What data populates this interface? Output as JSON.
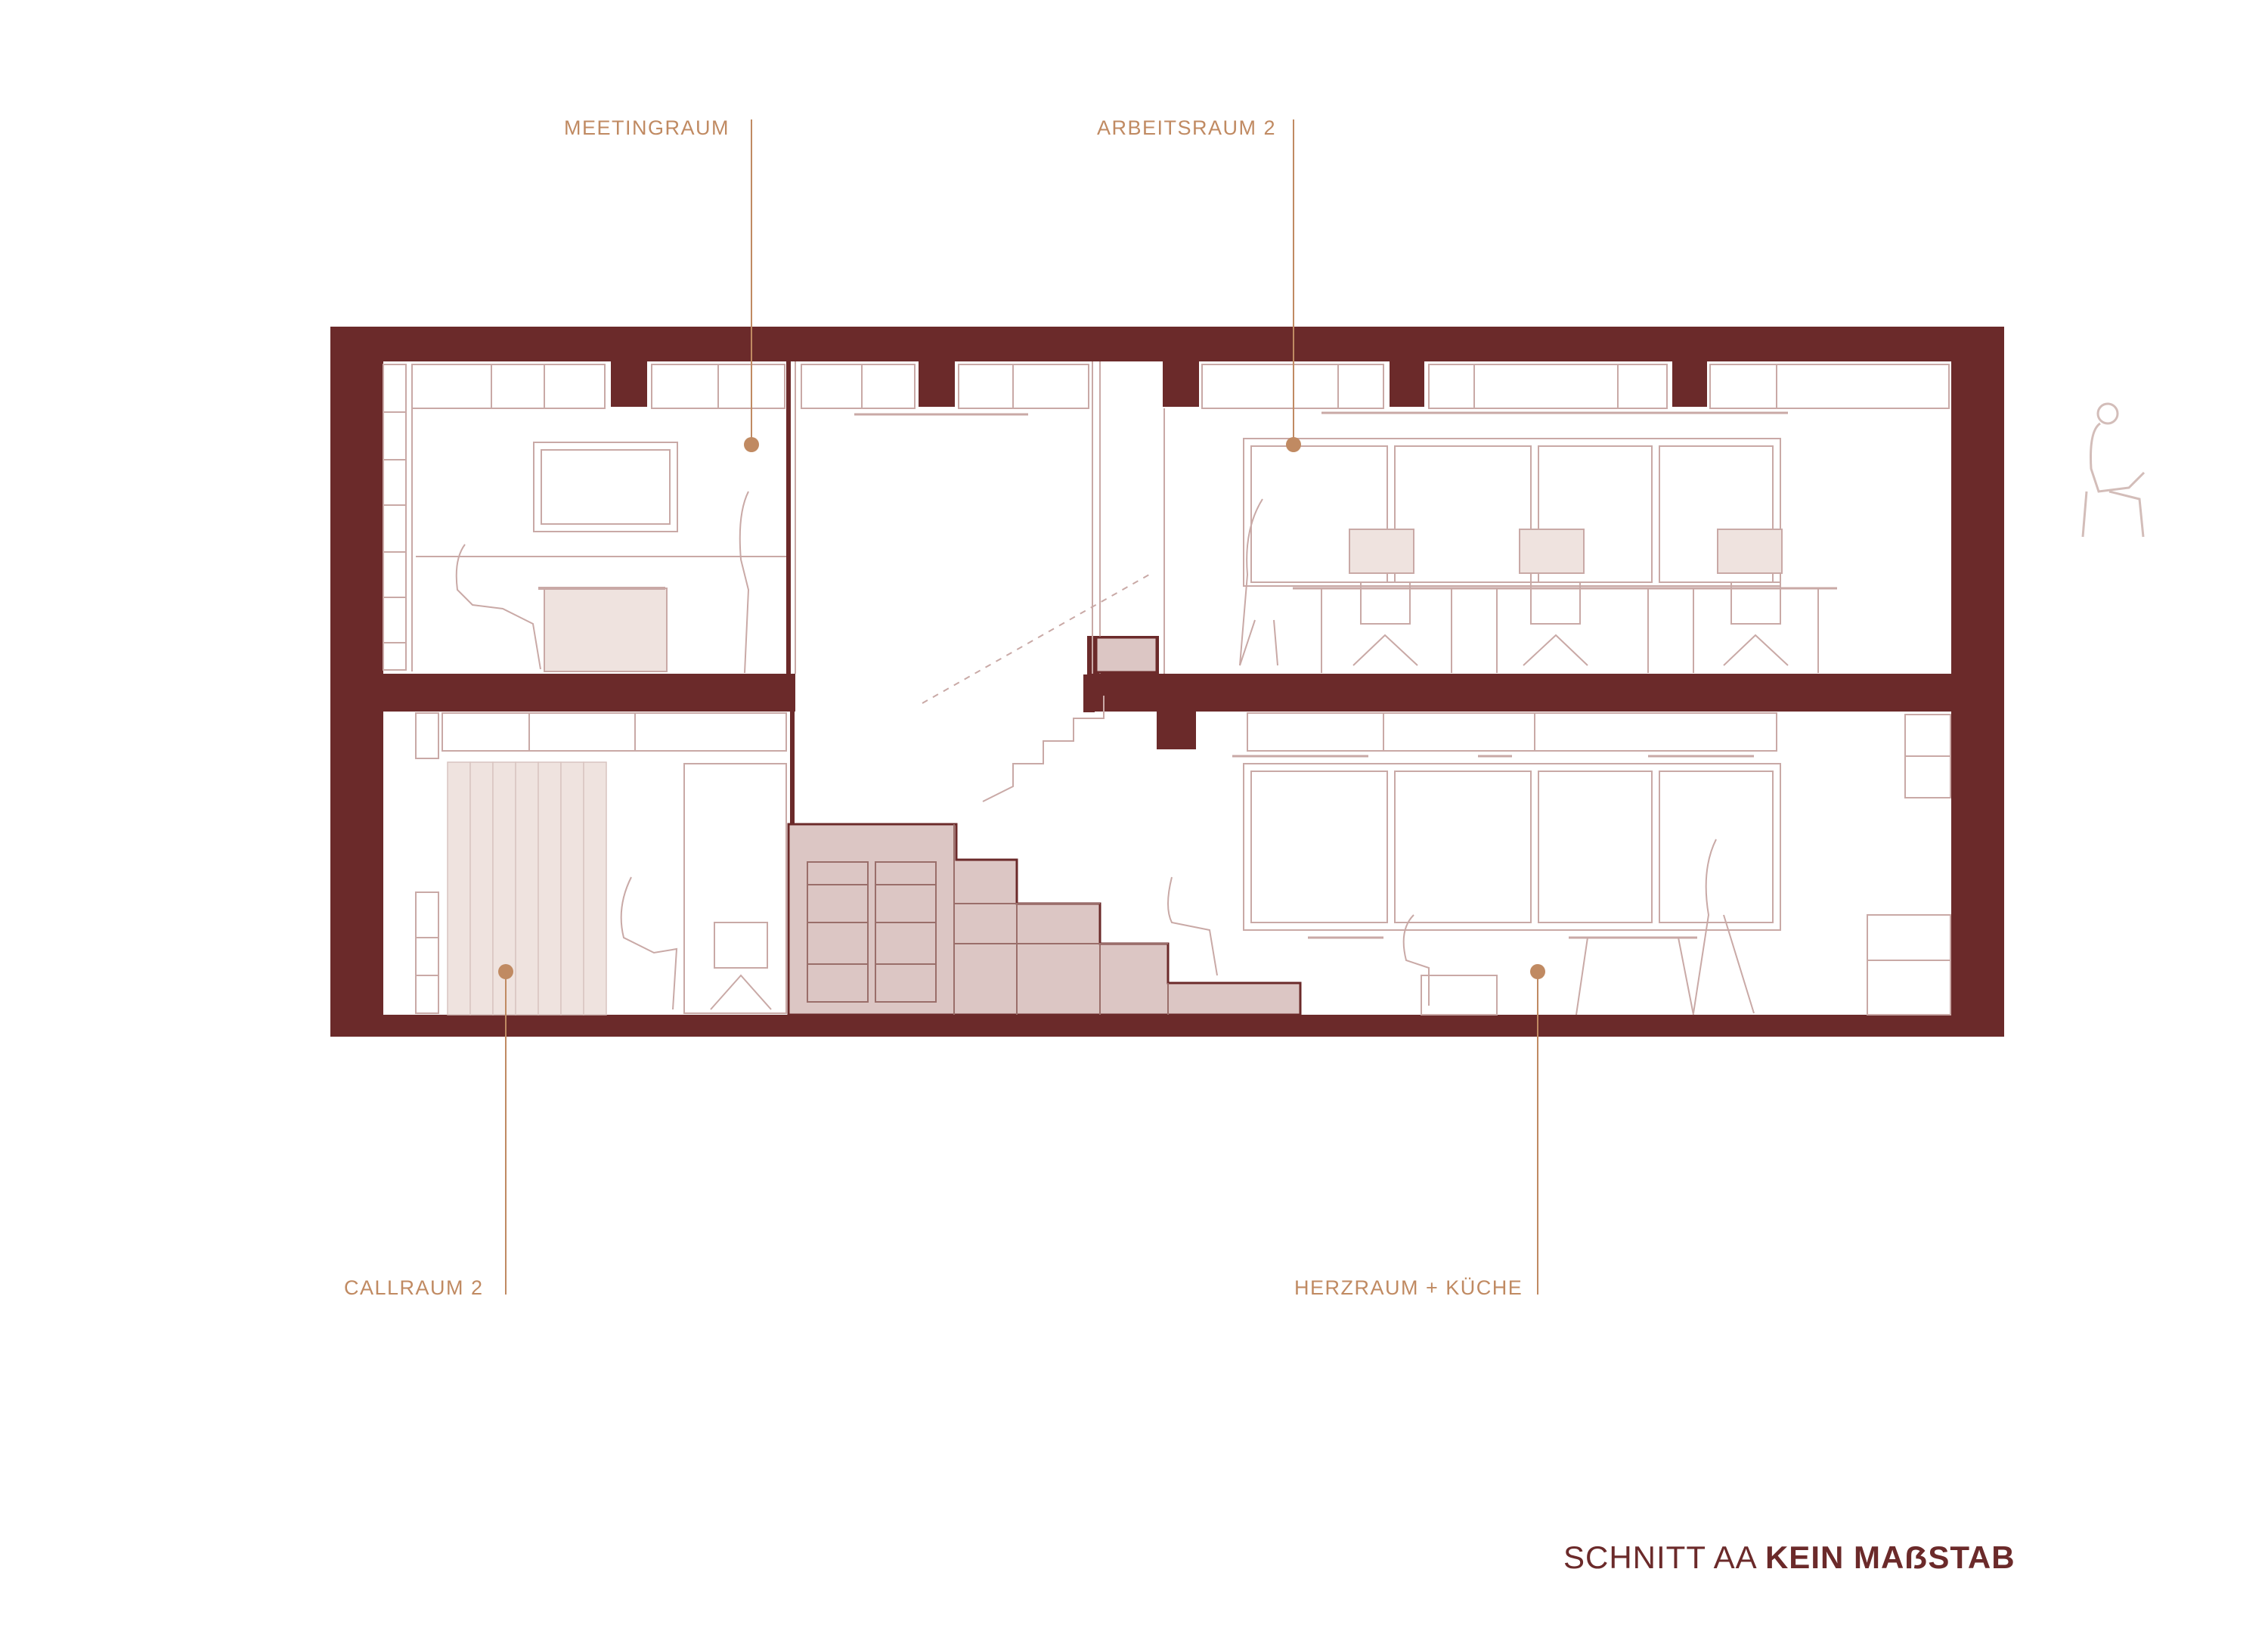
{
  "labels": {
    "meetingraum": "MEETINGRAUM",
    "arbeitsraum2": "ARBEITSRAUM 2",
    "callraum2": "CALLRAUM 2",
    "herzraum": "HERZRAUM + KÜCHE"
  },
  "caption": {
    "normal": "SCHNITT AA",
    "bold": "KEIN MAẞSTAB"
  },
  "colors": {
    "wall": "#6b2a2a",
    "accent": "#c08a62",
    "line": "#c9a9a6",
    "fill": "#dcc6c4",
    "curtain": "#efe3df"
  }
}
